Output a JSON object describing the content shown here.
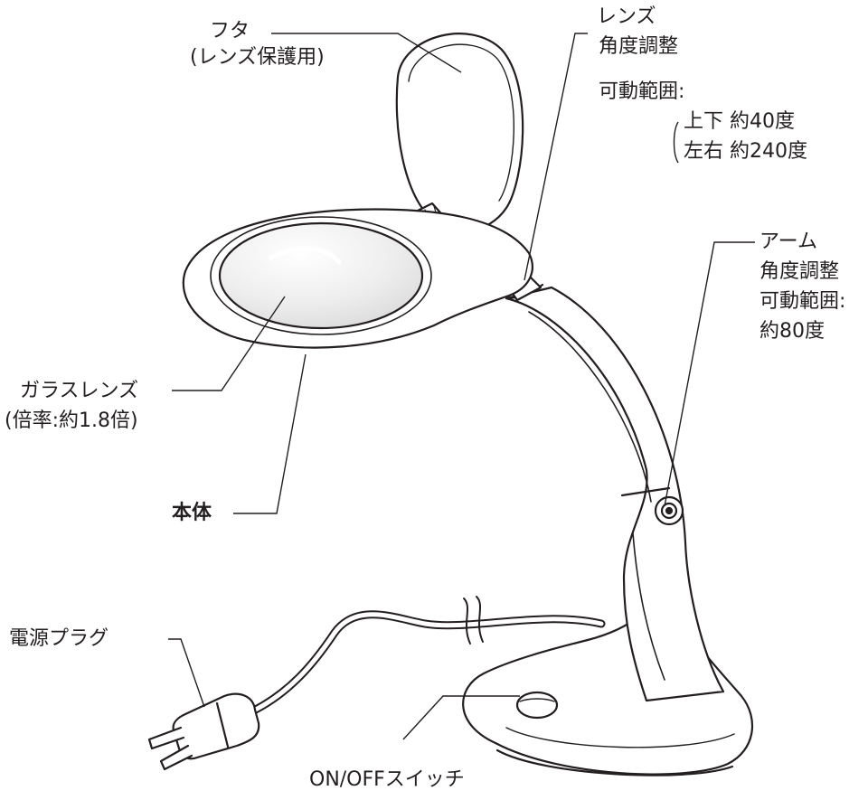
{
  "labels": {
    "cover": {
      "line1": "フタ",
      "line2": "(レンズ保護用)"
    },
    "lens_angle": {
      "line1": "レンズ",
      "line2": "角度調整",
      "line3": "可動範囲:",
      "line4": "上下 約40度",
      "line5": "左右 約240度"
    },
    "arm_angle": {
      "line1": "アーム",
      "line2": "角度調整",
      "line3": "可動範囲:",
      "line4": "約80度"
    },
    "glass_lens": {
      "line1": "ガラスレンズ",
      "line2": "(倍率:約1.8倍)"
    },
    "body": {
      "line1": "本体"
    },
    "plug": {
      "line1": "電源プラグ"
    },
    "switch": {
      "line1": "ON/OFFスイッチ"
    }
  },
  "colors": {
    "line": "#231f20",
    "lens_fill": "#e6e6e6",
    "body_fill": "#ffffff"
  }
}
